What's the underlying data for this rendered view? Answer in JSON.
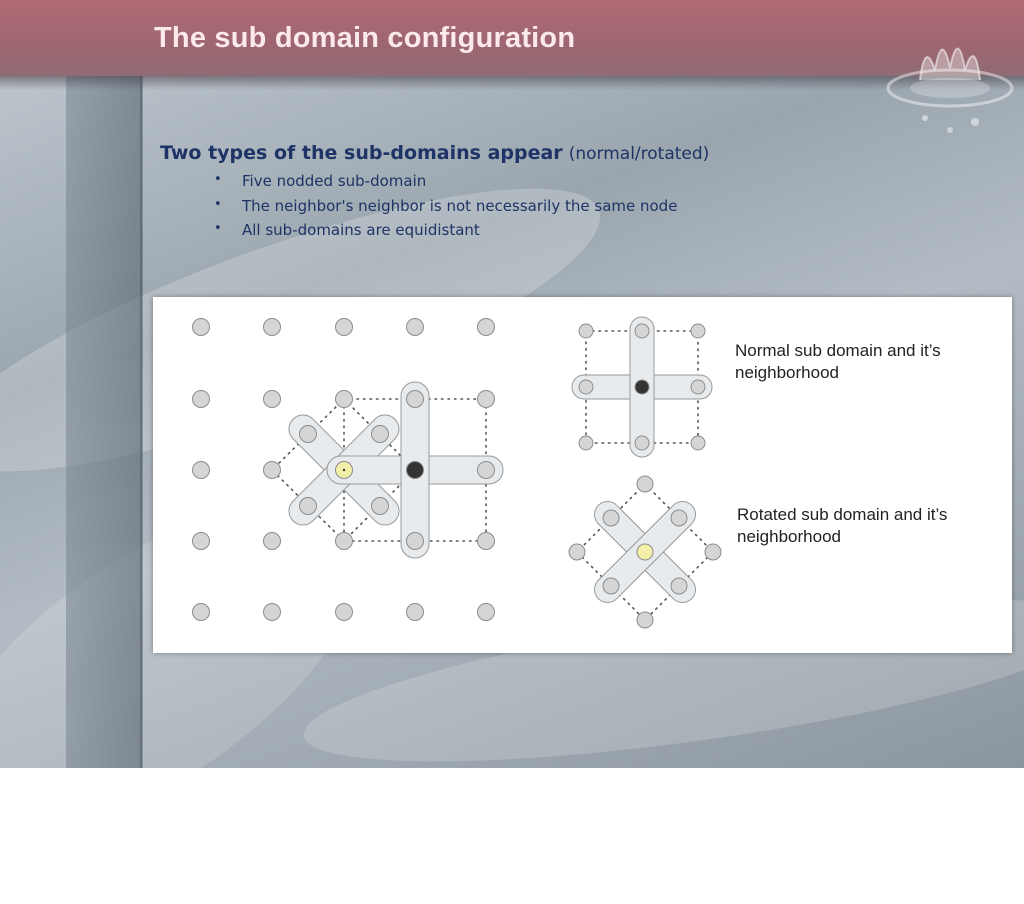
{
  "slide": {
    "title": "The sub domain configuration",
    "heading_bold": "Two types of the sub-domains appear",
    "heading_normal": "(normal/rotated)",
    "bullets": [
      "Five nodded sub-domain",
      "The neighbor's neighbor is not necessarily the same node",
      "All sub-domains are equidistant"
    ]
  },
  "diagram": {
    "normal_caption": [
      "Normal sub domain and it’s",
      "neighborhood"
    ],
    "rotated_caption": [
      "Rotated sub domain and it’s",
      "neighborhood"
    ],
    "colors": {
      "node_fill": "#d5d5d5",
      "node_stroke": "#8c8c8c",
      "center_node": "#333333",
      "rotated_center": "#f1efa8",
      "arm_fill": "#e8ebed"
    }
  }
}
